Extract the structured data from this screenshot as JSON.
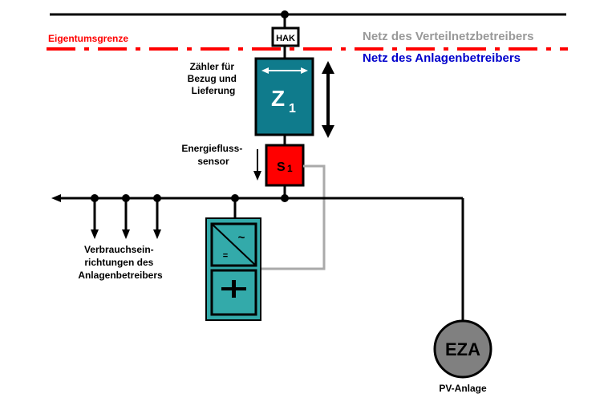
{
  "labels": {
    "ownership_boundary": "Eigentumsgrenze",
    "grid_operator_network": "Netz des Verteilnetzbetreibers",
    "plant_operator_network": "Netz des Anlagenbetreibers",
    "hak": "HAK",
    "meter_desc": [
      "Zähler für",
      "Bezug und",
      "Lieferung"
    ],
    "meter_symbol": "Z",
    "meter_index": "1",
    "sensor_desc": [
      "Energiefluss-",
      "sensor"
    ],
    "sensor_symbol": "S",
    "sensor_index": "1",
    "consumers": [
      "Verbrauchsein-",
      "richtungen des",
      "Anlagenbetreibers"
    ],
    "inverter_ac": "~",
    "inverter_dc": "=",
    "generator": "EZA",
    "generator_desc": "PV-Anlage"
  },
  "colors": {
    "boundary_red": "#ff0000",
    "grid_operator_text": "#999999",
    "plant_operator_text": "#0000cc",
    "meter_fill": "#0f7b8c",
    "sensor_fill": "#ff0000",
    "inverter_fill": "#33aaaa",
    "generator_fill": "#808080",
    "sensor_wire": "#aaaaaa"
  }
}
